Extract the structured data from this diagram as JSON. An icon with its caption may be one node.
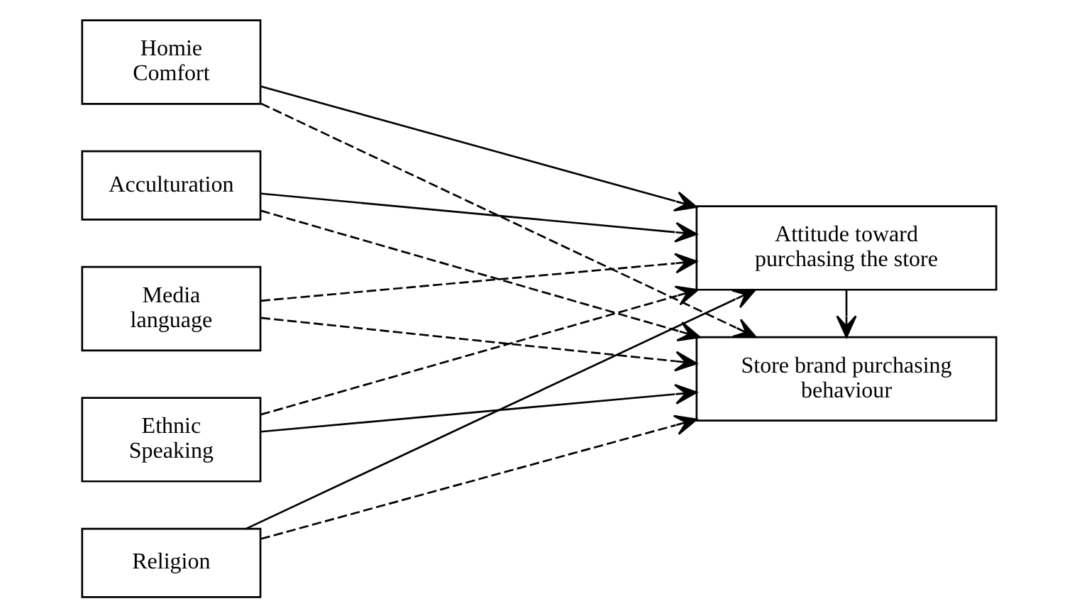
{
  "diagram": {
    "nodes": [
      {
        "text": [
          "Acculturation"
        ]
      },
      {
        "text": [
          "Media language"
        ]
      },
      {
        "text": [
          "Ethnic Speaking"
        ]
      },
      {
        "text": [
          "Religion"
        ]
      },
      {
        "text": [
          "Homie Comfort"
        ]
      },
      {
        "text": [
          "Attitude toward purchasing the store"
        ]
      },
      {
        "text": [
          "Store brand purchasing behaviour"
        ]
      }
    ],
    "edges": [
      {
        "from": 0,
        "to": 5,
        "arrow": "to"
      },
      {
        "from": 0,
        "to": 6,
        "arrow": "to",
        "style": "dashed"
      },
      {
        "from": 1,
        "to": 5,
        "arrow": "to",
        "style": "dashed"
      },
      {
        "from": 1,
        "to": 6,
        "arrow": "to",
        "style": "dashed"
      },
      {
        "from": 2,
        "to": 5,
        "arrow": "to",
        "style": "dashed"
      },
      {
        "from": 2,
        "to": 6,
        "arrow": "to"
      },
      {
        "from": 3,
        "to": 5,
        "arrow": "to"
      },
      {
        "from": 3,
        "to": 6,
        "arrow": "to",
        "style": "dashed"
      },
      {
        "from": 4,
        "to": 5,
        "arrow": "to"
      },
      {
        "from": 4,
        "to": 6,
        "arrow": "to",
        "style": "dashed"
      },
      {
        "from": 5,
        "to": 6,
        "arrow": "to"
      }
    ]
  }
}
